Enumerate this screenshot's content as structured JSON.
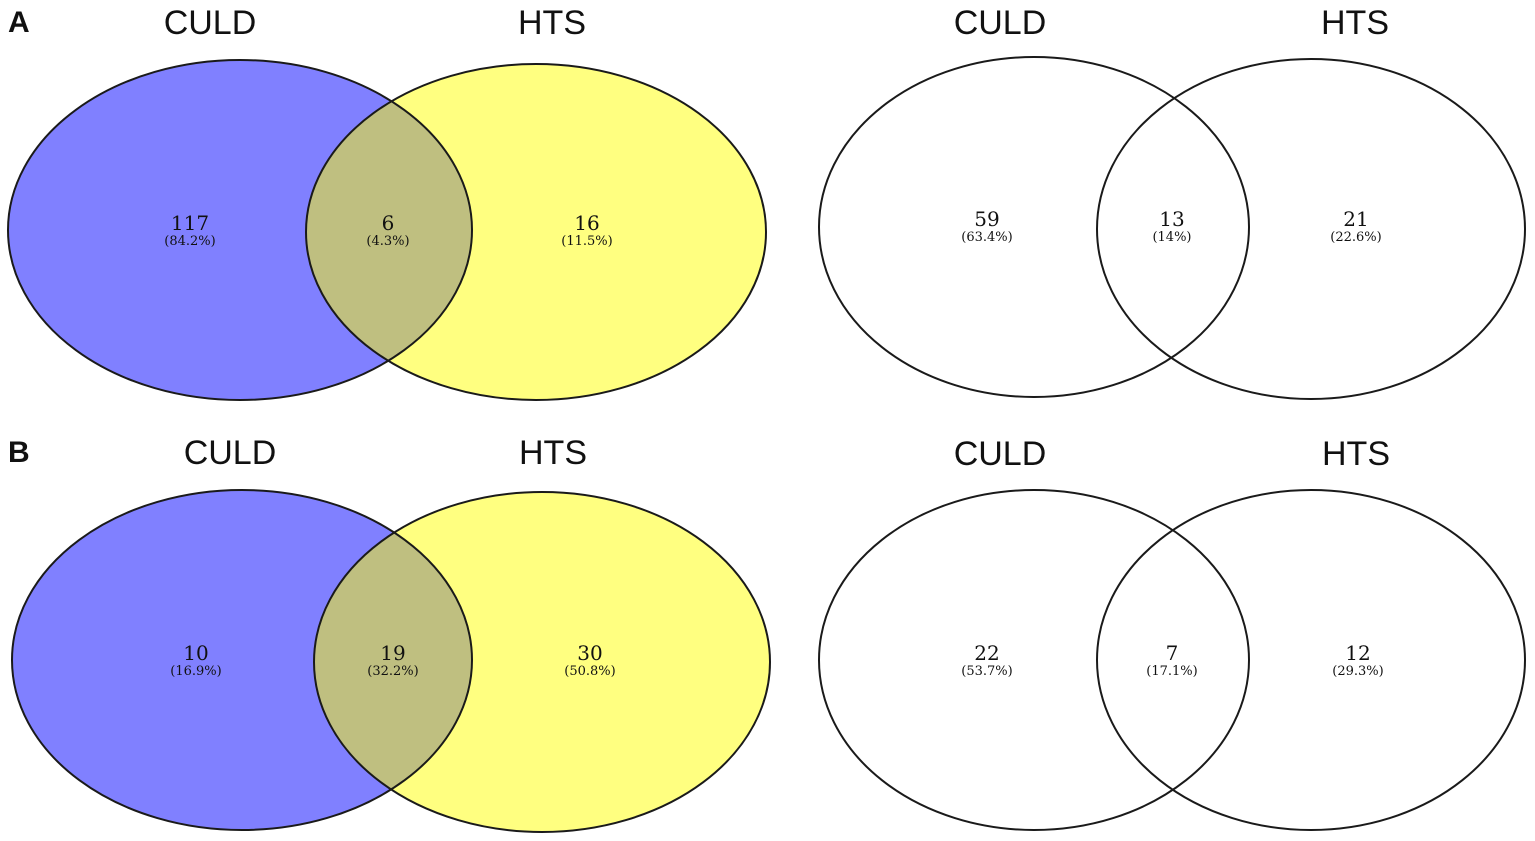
{
  "colors": {
    "set_a_fill": "#8080ff",
    "set_b_fill": "#ffff80",
    "overlap_fill": "#bfbf80",
    "outline": "#1a1a1a"
  },
  "panels": [
    {
      "label": "A",
      "venns": [
        {
          "filled": true,
          "left_title": "CULD",
          "right_title": "HTS",
          "left_count": "117",
          "left_pct": "(84.2%)",
          "mid_count": "6",
          "mid_pct": "(4.3%)",
          "right_count": "16",
          "right_pct": "(11.5%)"
        },
        {
          "filled": false,
          "left_title": "CULD",
          "right_title": "HTS",
          "left_count": "59",
          "left_pct": "(63.4%)",
          "mid_count": "13",
          "mid_pct": "(14%)",
          "right_count": "21",
          "right_pct": "(22.6%)"
        }
      ]
    },
    {
      "label": "B",
      "venns": [
        {
          "filled": true,
          "left_title": "CULD",
          "right_title": "HTS",
          "left_count": "10",
          "left_pct": "(16.9%)",
          "mid_count": "19",
          "mid_pct": "(32.2%)",
          "right_count": "30",
          "right_pct": "(50.8%)"
        },
        {
          "filled": false,
          "left_title": "CULD",
          "right_title": "HTS",
          "left_count": "22",
          "left_pct": "(53.7%)",
          "mid_count": "7",
          "mid_pct": "(17.1%)",
          "right_count": "12",
          "right_pct": "(29.3%)"
        }
      ]
    }
  ]
}
